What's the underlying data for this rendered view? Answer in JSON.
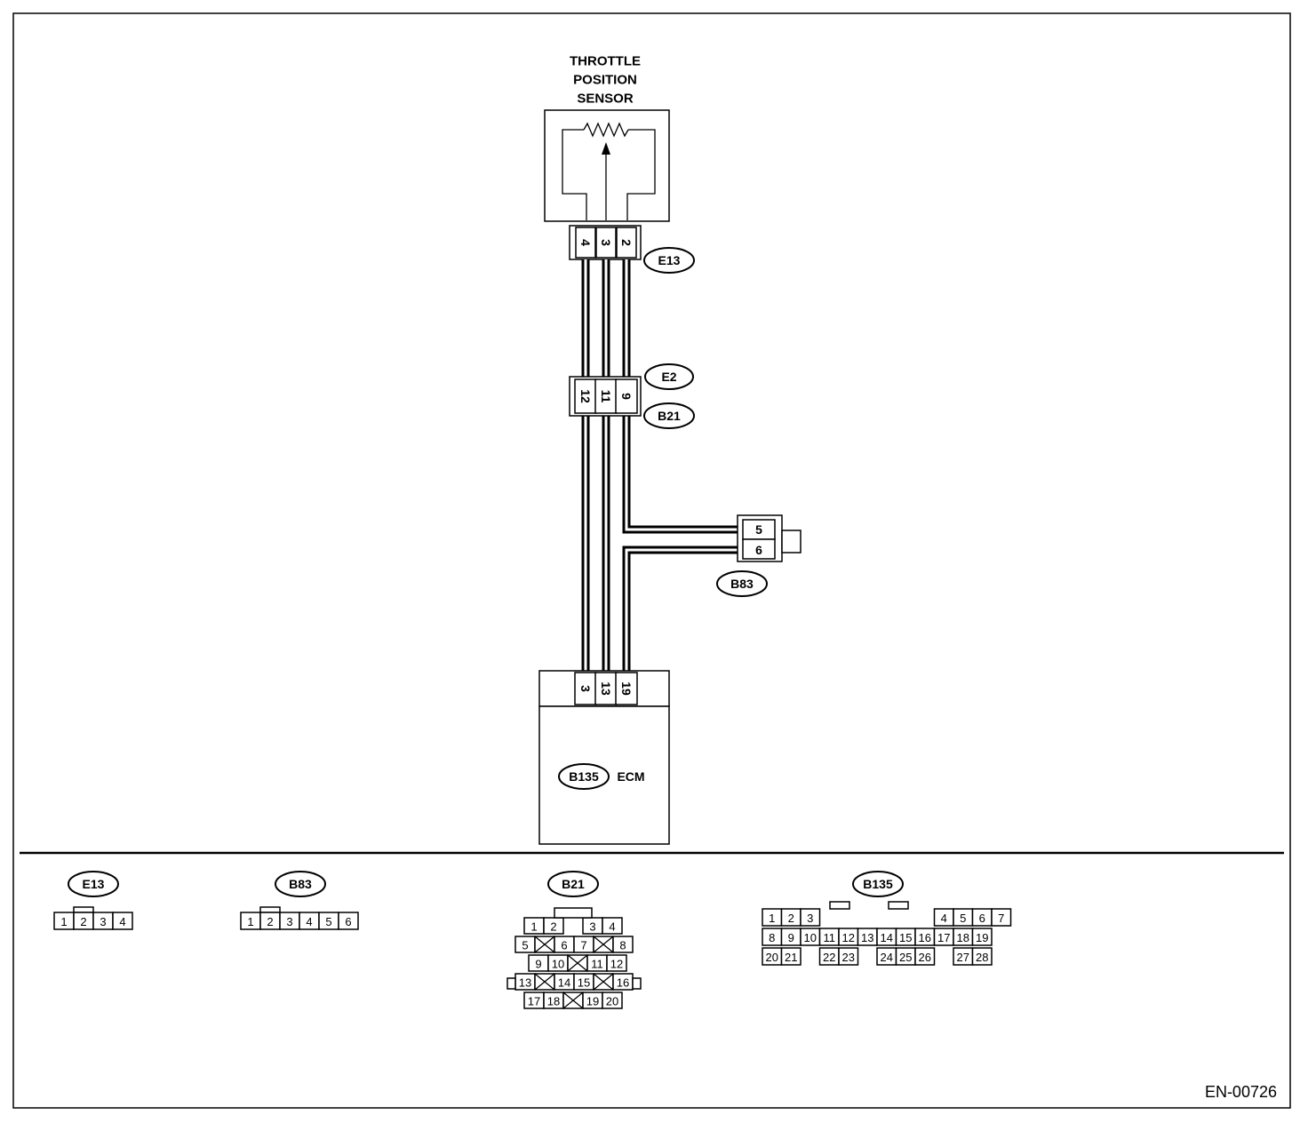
{
  "sensor": {
    "title_lines": [
      "THROTTLE",
      "POSITION",
      "SENSOR"
    ],
    "connector_id": "E13",
    "pins": [
      "4",
      "3",
      "2"
    ]
  },
  "junction": {
    "ids": [
      "E2",
      "B21"
    ],
    "pins": [
      "12",
      "11",
      "9"
    ]
  },
  "branch_connector": {
    "id": "B83",
    "pins": [
      "5",
      "6"
    ]
  },
  "ecm": {
    "connector_id": "B135",
    "label": "ECM",
    "pins": [
      "3",
      "13",
      "19"
    ]
  },
  "connector_views": {
    "e13": {
      "id": "E13",
      "pins": [
        "1",
        "2",
        "3",
        "4"
      ]
    },
    "b83": {
      "id": "B83",
      "pins": [
        "1",
        "2",
        "3",
        "4",
        "5",
        "6"
      ]
    },
    "b21": {
      "id": "B21",
      "rows": [
        [
          "1",
          "2",
          "",
          "3",
          "4"
        ],
        [
          "5",
          "",
          "6",
          "7",
          "",
          "8"
        ],
        [
          "9",
          "10",
          "",
          "11",
          "12"
        ],
        [
          "13",
          "",
          "14",
          "15",
          "",
          "16"
        ],
        [
          "17",
          "18",
          "",
          "19",
          "20"
        ]
      ]
    },
    "b135": {
      "id": "B135",
      "rows": [
        [
          "1",
          "2",
          "3",
          "",
          "",
          "",
          "",
          "",
          "",
          "4",
          "5",
          "6",
          "7"
        ],
        [
          "8",
          "9",
          "10",
          "11",
          "12",
          "13",
          "14",
          "15",
          "16",
          "17",
          "18",
          "19"
        ],
        [
          "20",
          "21",
          "",
          "22",
          "23",
          "",
          "24",
          "25",
          "26",
          "",
          "27",
          "28"
        ]
      ]
    }
  },
  "figure_code": "EN-00726"
}
